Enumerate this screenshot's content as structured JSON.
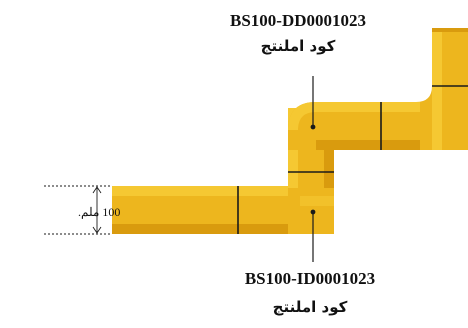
{
  "diagram": {
    "top_label": {
      "code": "BS100-DD0001023",
      "caption": "كود املنتج"
    },
    "bottom_label": {
      "code": "BS100-ID0001023",
      "caption": "كود املنتج"
    },
    "dimension": {
      "text": "100 ملم."
    },
    "colors": {
      "tray_top": "#F5C832",
      "tray_face": "#EDB61E",
      "tray_side": "#D99B0E",
      "outline": "#1a1a1a"
    }
  }
}
